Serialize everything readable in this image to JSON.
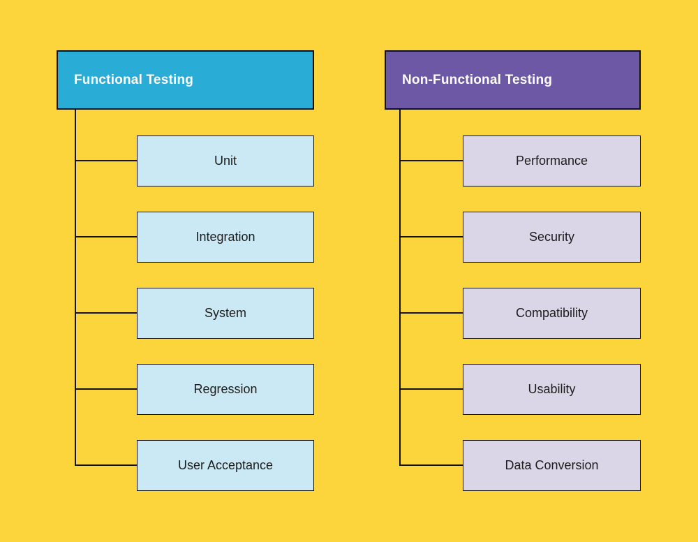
{
  "diagram": {
    "colors": {
      "background": "#FCD43B",
      "functional_header_fill": "#29ACD6",
      "functional_child_fill": "#CBE9F5",
      "nonfunctional_header_fill": "#6C58A4",
      "nonfunctional_child_fill": "#DBD6E7",
      "connector_line": "#111111",
      "header_text": "#FFFFFF",
      "child_text": "#1C1C1C"
    },
    "columns": [
      {
        "header": "Functional Testing",
        "children": [
          "Unit",
          "Integration",
          "System",
          "Regression",
          "User Acceptance"
        ]
      },
      {
        "header": "Non-Functional Testing",
        "children": [
          "Performance",
          "Security",
          "Compatibility",
          "Usability",
          "Data Conversion"
        ]
      }
    ]
  }
}
